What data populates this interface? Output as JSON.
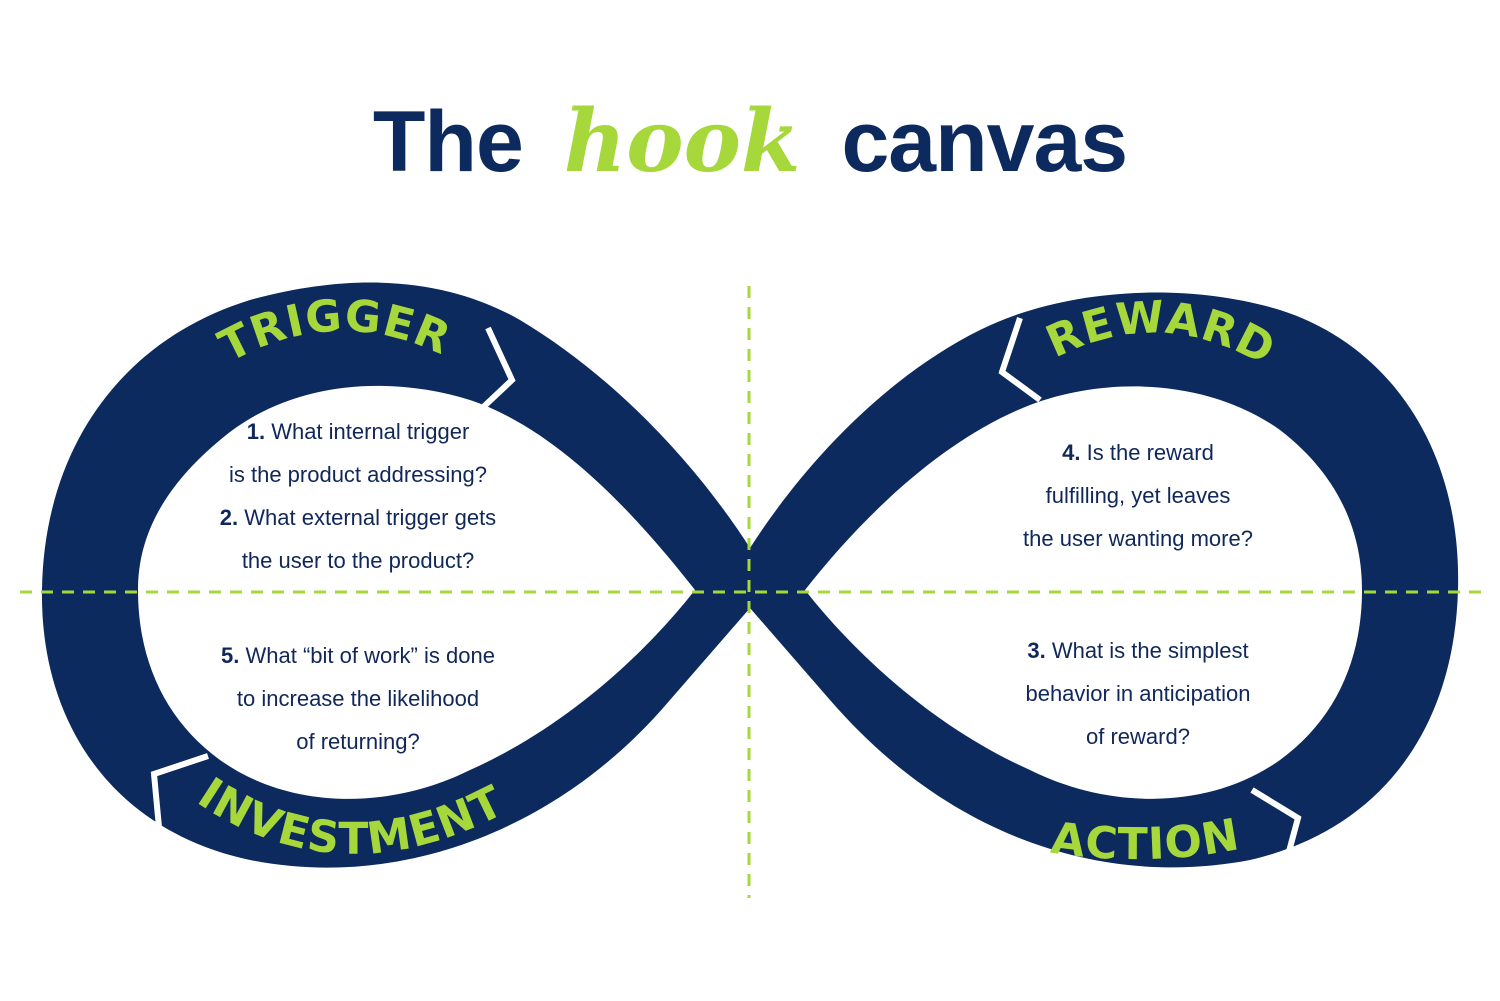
{
  "title": {
    "before": "The",
    "emphasis": "hook",
    "after": "canvas"
  },
  "stages": {
    "trigger": "TRIGGER",
    "reward": "REWARD",
    "investment": "INVESTMENT",
    "action": "ACTION"
  },
  "questions": {
    "q1": {
      "number": "1.",
      "lines": [
        "What internal trigger",
        "is the product addressing?"
      ]
    },
    "q2": {
      "number": "2.",
      "lines": [
        "What external trigger gets",
        "the user to the product?"
      ]
    },
    "q3": {
      "number": "3.",
      "lines": [
        "What is the simplest",
        "behavior in anticipation",
        "of reward?"
      ]
    },
    "q4": {
      "number": "4.",
      "lines": [
        "Is the reward",
        "fulfilling, yet leaves",
        "the user wanting more?"
      ]
    },
    "q5": {
      "number": "5.",
      "lines": [
        "What “bit of work” is done",
        "to increase the likelihood",
        "of returning?"
      ]
    }
  },
  "colors": {
    "navy": "#0c2a5e",
    "green": "#a6d83b"
  }
}
